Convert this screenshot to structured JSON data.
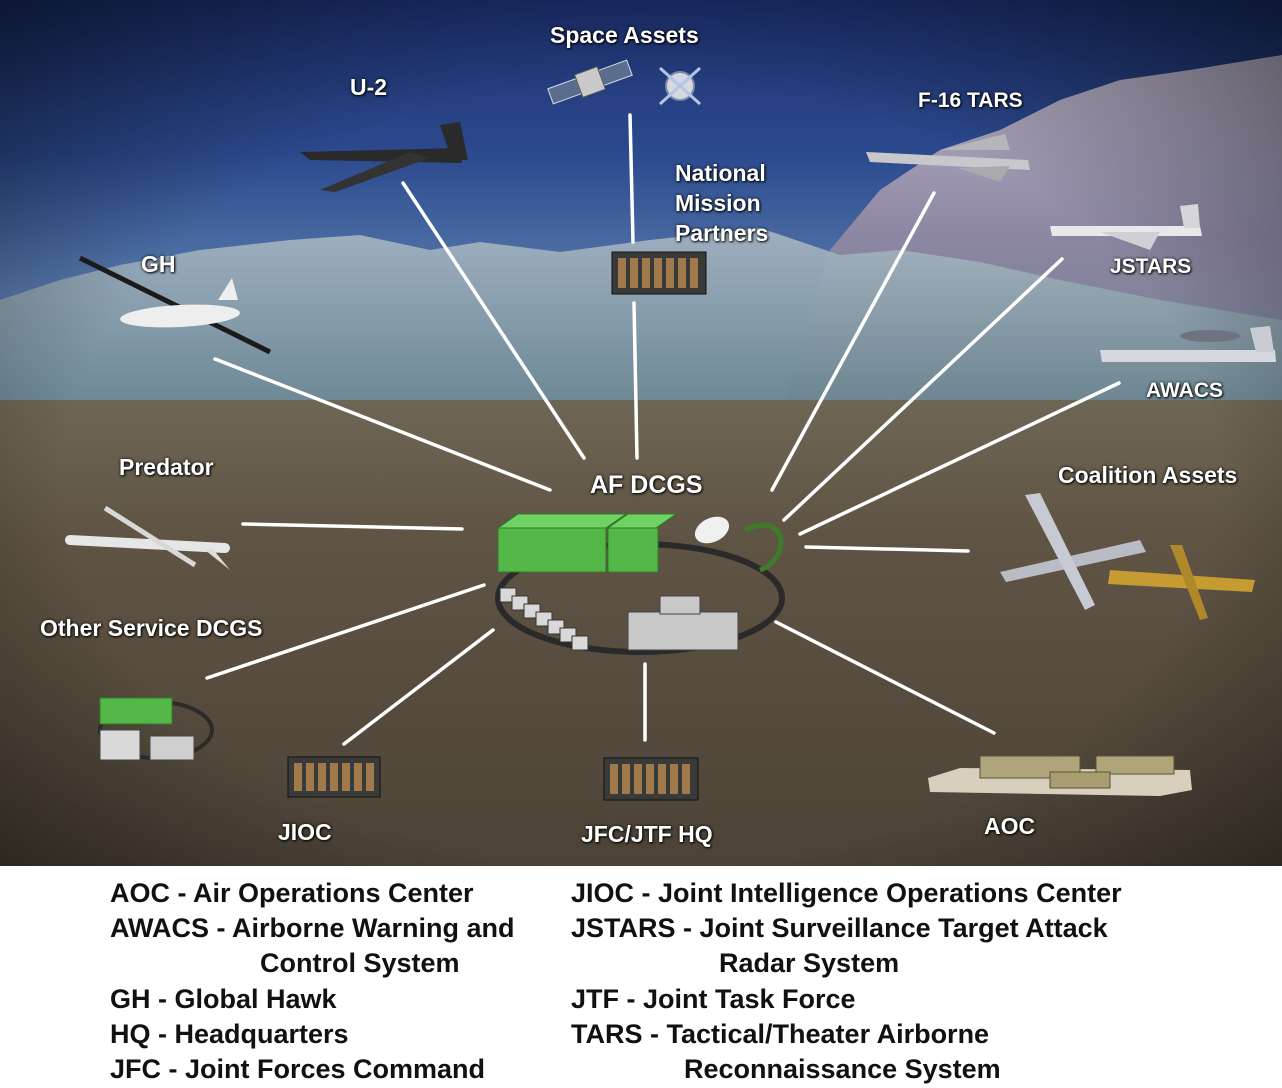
{
  "diagram": {
    "nodes": {
      "space_assets": "Space Assets",
      "u2": "U-2",
      "national_mission_partners": [
        "National",
        "Mission",
        "Partners"
      ],
      "f16_tars": "F-16 TARS",
      "jstars": "JSTARS",
      "awacs": "AWACS",
      "gh": "GH",
      "predator": "Predator",
      "af_dcgs": "AF DCGS",
      "coalition_assets": "Coalition Assets",
      "other_service_dcgs": "Other Service DCGS",
      "jioc": "JIOC",
      "jfc_jtf_hq": "JFC/JTF HQ",
      "aoc": "AOC"
    }
  },
  "legend": {
    "left": [
      {
        "term": "AOC",
        "definition": "Air Operations Center"
      },
      {
        "term": "AWACS",
        "definition": "Airborne Warning and",
        "continuation": "Control System"
      },
      {
        "term": "GH",
        "definition": "Global Hawk"
      },
      {
        "term": "HQ",
        "definition": "Headquarters"
      },
      {
        "term": "JFC",
        "definition": "Joint Forces Command"
      }
    ],
    "right": [
      {
        "term": "JIOC",
        "definition": "Joint Intelligence Operations Center"
      },
      {
        "term": "JSTARS",
        "definition": "Joint Surveillance Target Attack",
        "continuation": "Radar System"
      },
      {
        "term": "JTF",
        "definition": "Joint Task Force"
      },
      {
        "term": "TARS",
        "definition": "Tactical/Theater Airborne",
        "continuation": "Reconnaissance System"
      }
    ]
  }
}
